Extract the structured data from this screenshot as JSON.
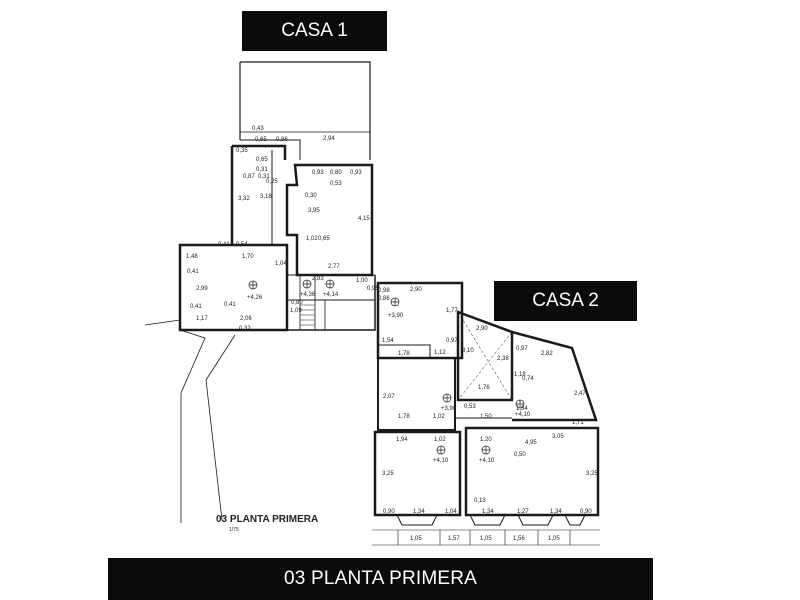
{
  "labels": {
    "casa1": "CASA 1",
    "casa2": "CASA 2",
    "footer": "03   PLANTA PRIMERA"
  },
  "plan_title": "03 PLANTA PRIMERA",
  "plan_scale": "1/75",
  "dimensions": {
    "d01": "0,43",
    "d02": "0,65",
    "d03": "0,86",
    "d04": "2,94",
    "d05": "0,35",
    "d06": "0,65",
    "d07": "0,93",
    "d08": "0,80",
    "d09": "0,93",
    "d10": "0,31",
    "d11": "0,87",
    "d12": "0,31",
    "d13": "0,25",
    "d14": "0,53",
    "d15": "0,30",
    "d16": "3,32",
    "d17": "3,18",
    "d18": "3,95",
    "d19": "4,15",
    "d20": "0,41",
    "d21": "0,54",
    "d22": "1,48",
    "d23": "1,70",
    "d24": "1,02",
    "d25": "0,65",
    "d26": "1,04",
    "d27": "0,41",
    "d28": "2,99",
    "d29": "+4,26",
    "d30": "0,41",
    "d31": "0,41",
    "d32": "1,17",
    "d33": "2,06",
    "d34": "0,32",
    "d35": "2,77",
    "d36": "1,00",
    "d37": "2,83",
    "d38": "+4,36",
    "d39": "+4,14",
    "d40": "0,95",
    "d41": "0,86",
    "d42": "0,98",
    "d43": "1,09",
    "d44": "0,80",
    "d45": "2,90",
    "d46": "+3,90",
    "d47": "1,77",
    "d48": "1,54",
    "d49": "1,78",
    "d50": "1,12",
    "d51": "0,97",
    "d52": "2,90",
    "d53": "3,10",
    "d54": "2,38",
    "d55": "0,97",
    "d56": "2,82",
    "d57": "1,76",
    "d58": "1,18",
    "d59": "0,74",
    "d60": "2,47",
    "d61": "2,07",
    "d62": "1,78",
    "d63": "1,02",
    "d64": "+3,90",
    "d65": "0,53",
    "d66": "1,50",
    "d67": "1,34",
    "d68": "+4,10",
    "d69": "1,71",
    "d70": "3,05",
    "d71": "1,94",
    "d72": "1,02",
    "d73": "1,20",
    "d74": "4,95",
    "d75": "0,50",
    "d76": "+4,10",
    "d77": "+4,10",
    "d78": "3,25",
    "d79": "3,25",
    "d80": "0,13",
    "d81": "0,90",
    "d82": "1,34",
    "d83": "1,04",
    "d84": "1,34",
    "d85": "1,27",
    "d86": "1,34",
    "d87": "0,90",
    "d88": "1,05",
    "d89": "1,57",
    "d90": "1,05",
    "d91": "1,56",
    "d92": "1,05"
  },
  "colors": {
    "label_bg": "#0b0b0b",
    "label_text": "#ffffff",
    "wall": "#1a1a1a"
  }
}
